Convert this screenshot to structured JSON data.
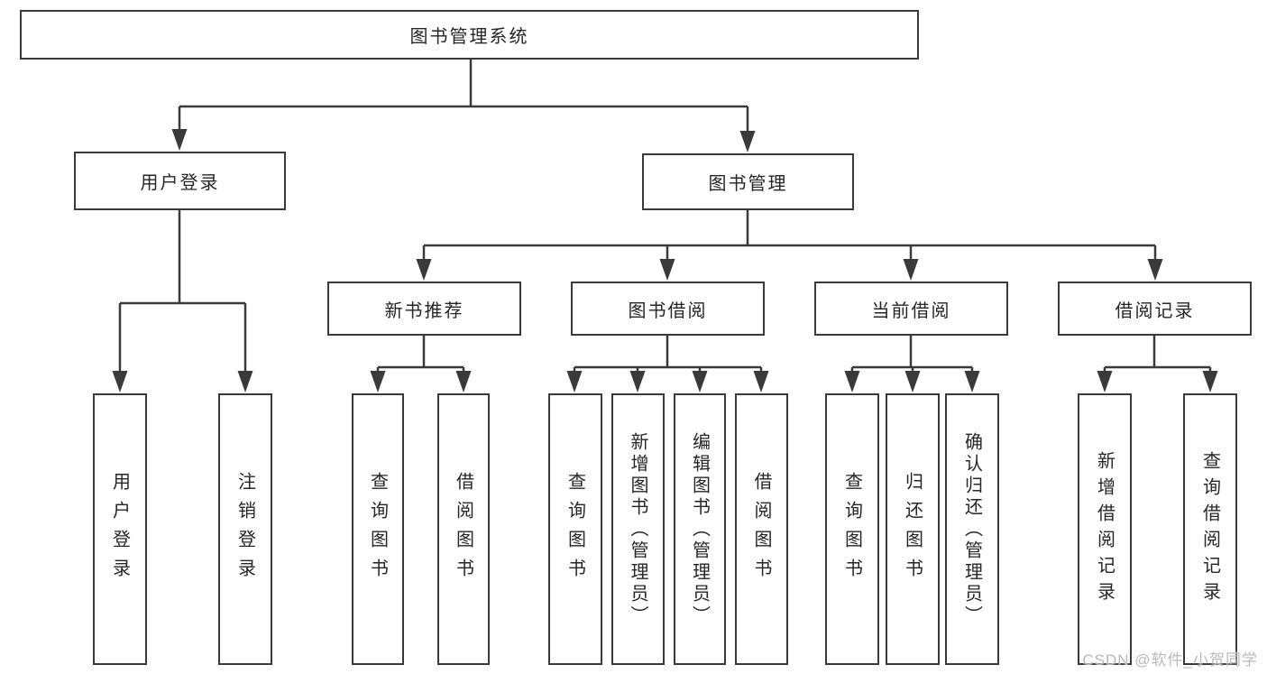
{
  "diagram": {
    "root": {
      "label": "图书管理系统"
    },
    "level2": [
      {
        "label": "用户登录"
      },
      {
        "label": "图书管理"
      }
    ],
    "level3": [
      {
        "label": "新书推荐"
      },
      {
        "label": "图书借阅"
      },
      {
        "label": "当前借阅"
      },
      {
        "label": "借阅记录"
      }
    ],
    "leaves": {
      "user_login": [
        "用户登录",
        "注销登录"
      ],
      "new_books": [
        "查询图书",
        "借阅图书"
      ],
      "book_borrow": [
        "查询图书",
        "新增图书（管理员）",
        "编辑图书（管理员）",
        "借阅图书"
      ],
      "current_borrow": [
        "查询图书",
        "归还图书",
        "确认归还（管理员）"
      ],
      "borrow_records": [
        "新增借阅记录",
        "查询借阅记录"
      ]
    }
  },
  "watermark": {
    "text": "CSDN @软件_小贺同学"
  },
  "colors": {
    "line": "#3a3a3a",
    "box_border": "#3a3a3a",
    "text": "#262626",
    "watermark": "#b9b9b9",
    "background": "#ffffff"
  }
}
